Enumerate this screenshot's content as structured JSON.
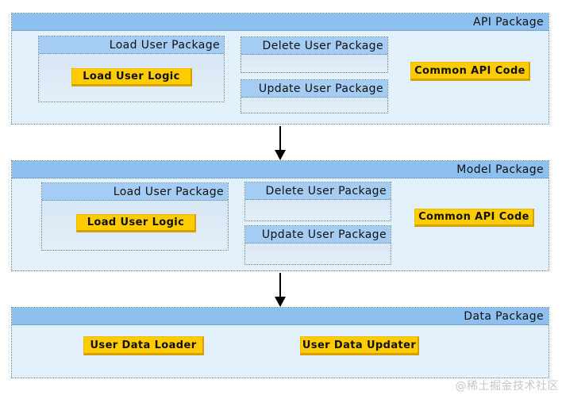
{
  "diagram": {
    "api": {
      "title": "API Package",
      "load_pkg": {
        "title": "Load User Package",
        "button": "Load User Logic"
      },
      "delete_pkg": {
        "title": "Delete User Package"
      },
      "update_pkg": {
        "title": "Update User Package"
      },
      "common_button": "Common API Code"
    },
    "model": {
      "title": "Model Package",
      "load_pkg": {
        "title": "Load User Package",
        "button": "Load User Logic"
      },
      "delete_pkg": {
        "title": "Delete User Package"
      },
      "update_pkg": {
        "title": "Update User Package"
      },
      "common_button": "Common API Code"
    },
    "data": {
      "title": "Data Package",
      "loader_button": "User Data Loader",
      "updater_button": "User Data Updater"
    }
  },
  "watermark": {
    "text": "@稀土掘金技术社区"
  },
  "colors": {
    "section_header": "#8dc0ef",
    "section_body": "#e3f1fc",
    "inner_header": "#a5ccf3",
    "inner_body_top": "#d3e3f2",
    "inner_body_bottom": "#e3eff9",
    "gold_fill": "#ffcc00",
    "gold_edge": "#d5a100",
    "gold_edge_light": "#ecba02",
    "dot_border": "#6688aa",
    "watermark": "#c2c7cb"
  }
}
